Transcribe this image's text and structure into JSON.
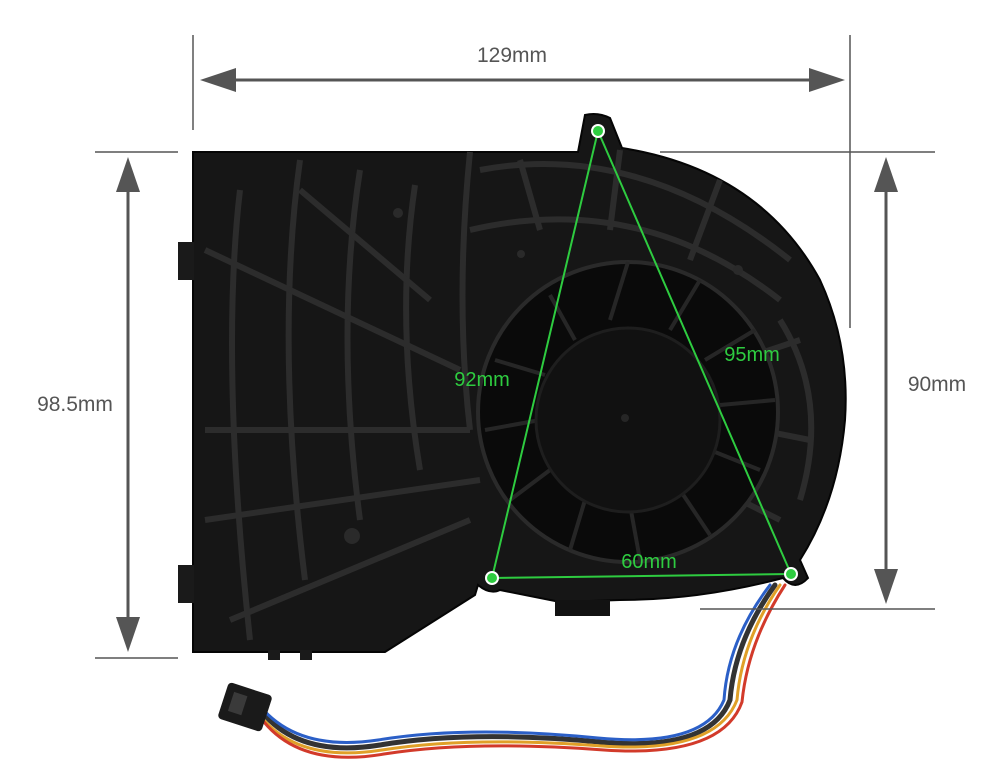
{
  "dimensions": {
    "width_label": "129mm",
    "height_left_label": "98.5mm",
    "height_right_label": "90mm"
  },
  "mounting_holes": {
    "side_a_label": "92mm",
    "side_b_label": "95mm",
    "side_c_label": "60mm"
  },
  "colors": {
    "measurement_green": "#2ecc40",
    "dimension_gray": "#555555",
    "fan_body": "#161616"
  }
}
